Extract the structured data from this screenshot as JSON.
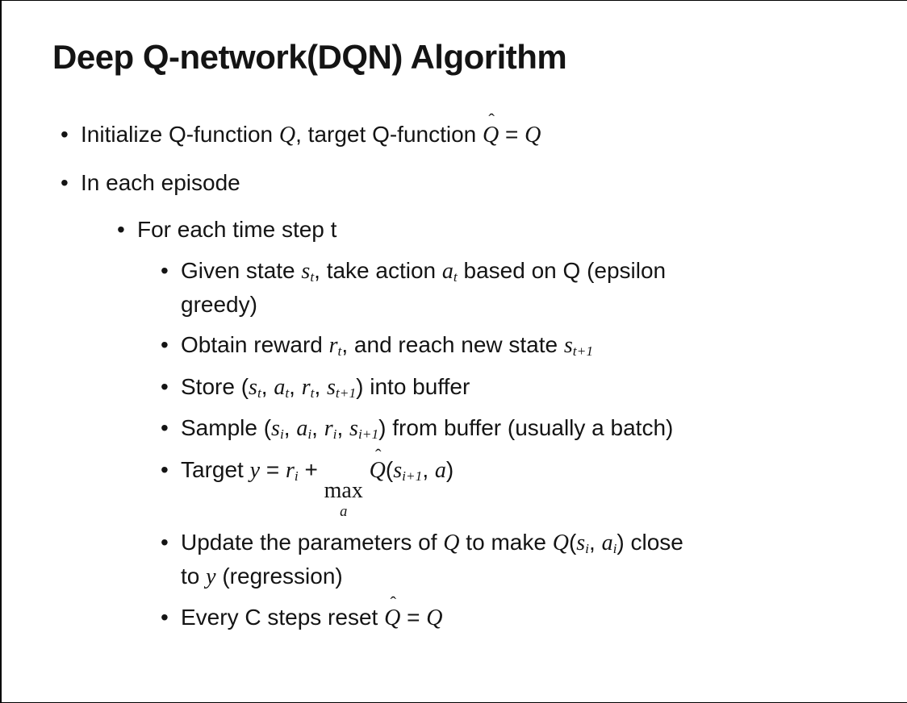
{
  "title": "Deep Q-network(DQN) Algorithm",
  "colors": {
    "background": "#ffffff",
    "text": "#141414",
    "frame": "#000000"
  },
  "bullet_glyph": "•",
  "math": {
    "hat_glyph": "ˆ"
  },
  "bullets": [
    {
      "level": 1,
      "runs": [
        {
          "k": "t",
          "v": "Initialize Q-function "
        },
        {
          "k": "m",
          "v": "Q"
        },
        {
          "k": "t",
          "v": ", target Q-function "
        },
        {
          "k": "hat",
          "v": "Q"
        },
        {
          "k": "t",
          "v": " = "
        },
        {
          "k": "m",
          "v": "Q"
        }
      ]
    },
    {
      "level": 1,
      "runs": [
        {
          "k": "t",
          "v": "In each episode"
        }
      ]
    },
    {
      "level": 2,
      "runs": [
        {
          "k": "t",
          "v": "For each time step t"
        }
      ]
    },
    {
      "level": 3,
      "runs": [
        {
          "k": "t",
          "v": "Given state "
        },
        {
          "k": "m",
          "v": "s"
        },
        {
          "k": "sub",
          "v": "t"
        },
        {
          "k": "t",
          "v": ", take action "
        },
        {
          "k": "m",
          "v": "a"
        },
        {
          "k": "sub",
          "v": "t"
        },
        {
          "k": "t",
          "v": " based on Q (epsilon"
        },
        {
          "k": "br"
        },
        {
          "k": "t",
          "v": "greedy)"
        }
      ]
    },
    {
      "level": 3,
      "runs": [
        {
          "k": "t",
          "v": "Obtain reward "
        },
        {
          "k": "m",
          "v": "r"
        },
        {
          "k": "sub",
          "v": "t"
        },
        {
          "k": "t",
          "v": ", and reach new state "
        },
        {
          "k": "m",
          "v": "s"
        },
        {
          "k": "sub",
          "v": "t+1"
        }
      ]
    },
    {
      "level": 3,
      "runs": [
        {
          "k": "t",
          "v": "Store ("
        },
        {
          "k": "m",
          "v": "s"
        },
        {
          "k": "sub",
          "v": "t"
        },
        {
          "k": "t",
          "v": ", "
        },
        {
          "k": "m",
          "v": "a"
        },
        {
          "k": "sub",
          "v": "t"
        },
        {
          "k": "t",
          "v": ", "
        },
        {
          "k": "m",
          "v": "r"
        },
        {
          "k": "sub",
          "v": "t"
        },
        {
          "k": "t",
          "v": ", "
        },
        {
          "k": "m",
          "v": "s"
        },
        {
          "k": "sub",
          "v": "t+1"
        },
        {
          "k": "t",
          "v": ") into buffer"
        }
      ]
    },
    {
      "level": 3,
      "runs": [
        {
          "k": "t",
          "v": "Sample ("
        },
        {
          "k": "m",
          "v": "s"
        },
        {
          "k": "sub",
          "v": "i"
        },
        {
          "k": "t",
          "v": ", "
        },
        {
          "k": "m",
          "v": "a"
        },
        {
          "k": "sub",
          "v": "i"
        },
        {
          "k": "t",
          "v": ", "
        },
        {
          "k": "m",
          "v": "r"
        },
        {
          "k": "sub",
          "v": "i"
        },
        {
          "k": "t",
          "v": ", "
        },
        {
          "k": "m",
          "v": "s"
        },
        {
          "k": "sub",
          "v": "i+1"
        },
        {
          "k": "t",
          "v": ") from buffer (usually a batch)"
        }
      ]
    },
    {
      "level": 3,
      "runs": [
        {
          "k": "t",
          "v": "Target "
        },
        {
          "k": "m",
          "v": "y"
        },
        {
          "k": "t",
          "v": " = "
        },
        {
          "k": "m",
          "v": "r"
        },
        {
          "k": "sub",
          "v": "i"
        },
        {
          "k": "t",
          "v": " + "
        },
        {
          "k": "max",
          "v": "max",
          "u": "a"
        },
        {
          "k": "t",
          "v": " "
        },
        {
          "k": "hat",
          "v": "Q"
        },
        {
          "k": "t",
          "v": "("
        },
        {
          "k": "m",
          "v": "s"
        },
        {
          "k": "sub",
          "v": "i+1"
        },
        {
          "k": "t",
          "v": ", "
        },
        {
          "k": "m",
          "v": "a"
        },
        {
          "k": "t",
          "v": ")"
        }
      ]
    },
    {
      "level": 3,
      "runs": [
        {
          "k": "t",
          "v": "Update the parameters of "
        },
        {
          "k": "m",
          "v": "Q"
        },
        {
          "k": "t",
          "v": " to make "
        },
        {
          "k": "m",
          "v": "Q"
        },
        {
          "k": "t",
          "v": "("
        },
        {
          "k": "m",
          "v": "s"
        },
        {
          "k": "sub",
          "v": "i"
        },
        {
          "k": "t",
          "v": ", "
        },
        {
          "k": "m",
          "v": "a"
        },
        {
          "k": "sub",
          "v": "i"
        },
        {
          "k": "t",
          "v": ") close"
        },
        {
          "k": "br"
        },
        {
          "k": "t",
          "v": "to "
        },
        {
          "k": "m",
          "v": "y"
        },
        {
          "k": "t",
          "v": " (regression)"
        }
      ]
    },
    {
      "level": 3,
      "runs": [
        {
          "k": "t",
          "v": "Every C steps reset "
        },
        {
          "k": "hat",
          "v": "Q"
        },
        {
          "k": "t",
          "v": " = "
        },
        {
          "k": "m",
          "v": "Q"
        }
      ]
    }
  ]
}
